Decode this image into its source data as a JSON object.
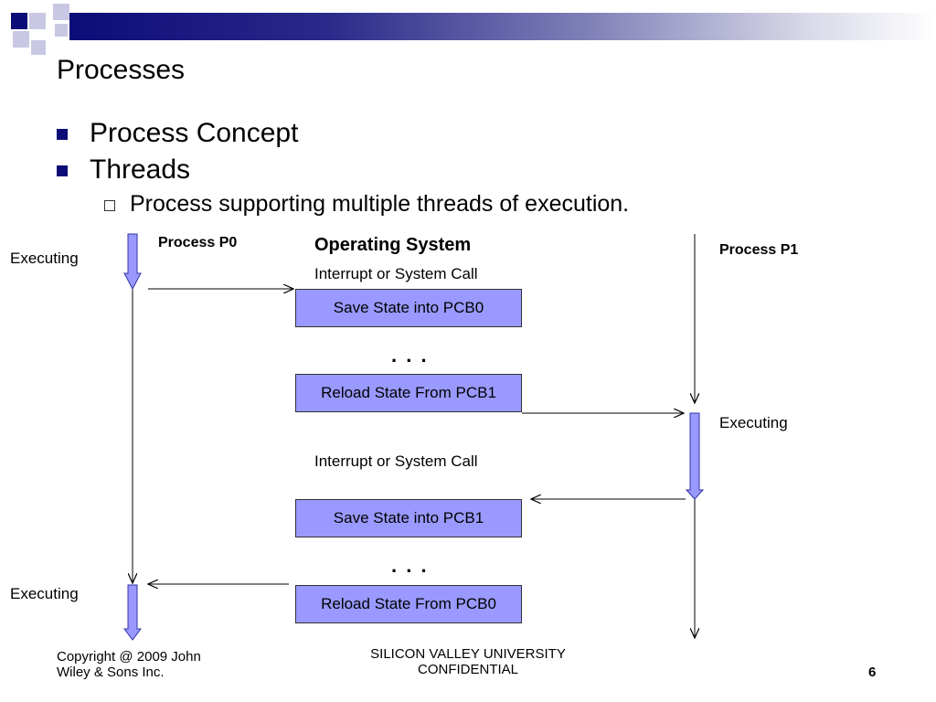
{
  "slide": {
    "title": "Processes",
    "bullets": [
      "Process Concept",
      "Threads"
    ],
    "sub_bullet": "Process supporting multiple threads of execution.",
    "accent_color": "#0c0c78",
    "box_color": "#9999ff"
  },
  "diagram": {
    "process_p0": "Process P0",
    "operating_system": "Operating System",
    "process_p1": "Process P1",
    "executing_p0_top": "Executing",
    "executing_p0_bottom": "Executing",
    "executing_p1": "Executing",
    "interrupt_1": "Interrupt or System Call",
    "interrupt_2": "Interrupt or System Call",
    "box_1": "Save State into PCB0",
    "box_2": "Reload State From PCB1",
    "box_3": "Save State into PCB1",
    "box_4": "Reload State From PCB0",
    "ellipsis_1": ". . .",
    "ellipsis_2": ". . ."
  },
  "footer": {
    "copyright_line1": "Copyright @ 2009 John",
    "copyright_line2": "Wiley & Sons Inc.",
    "confidential_line1": "SILICON VALLEY UNIVERSITY",
    "confidential_line2": "CONFIDENTIAL",
    "page_number": "6"
  }
}
